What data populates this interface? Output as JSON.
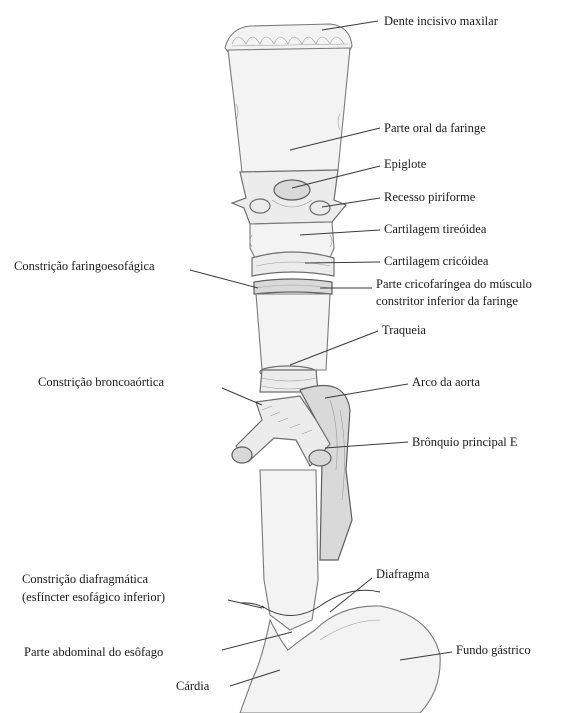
{
  "labels": {
    "dente_incisivo": "Dente incisivo maxilar",
    "parte_oral": "Parte oral da faringe",
    "epiglote": "Epiglote",
    "recesso": "Recesso piriforme",
    "tireoidea": "Cartilagem tireóidea",
    "cricoidea": "Cartilagem cricóidea",
    "constricao_faringo": "Constrição faringoesofágica",
    "cricofaringea_l1": "Parte cricofaríngea do músculo",
    "cricofaringea_l2": "constritor inferior da faringe",
    "traqueia": "Traqueia",
    "constricao_bronco": "Constrição broncoaórtica",
    "arco_aorta": "Arco da aorta",
    "bronquio": "Brônquio principal E",
    "constricao_diafrag_l1": "Constrição diafragmática",
    "constricao_diafrag_l2": "(esfíncter esofágico inferior)",
    "diafragma": "Diafragma",
    "parte_abdominal": "Parte abdominal do esôfago",
    "fundo_gastrico": "Fundo gástrico",
    "cardia": "Cárdia"
  }
}
